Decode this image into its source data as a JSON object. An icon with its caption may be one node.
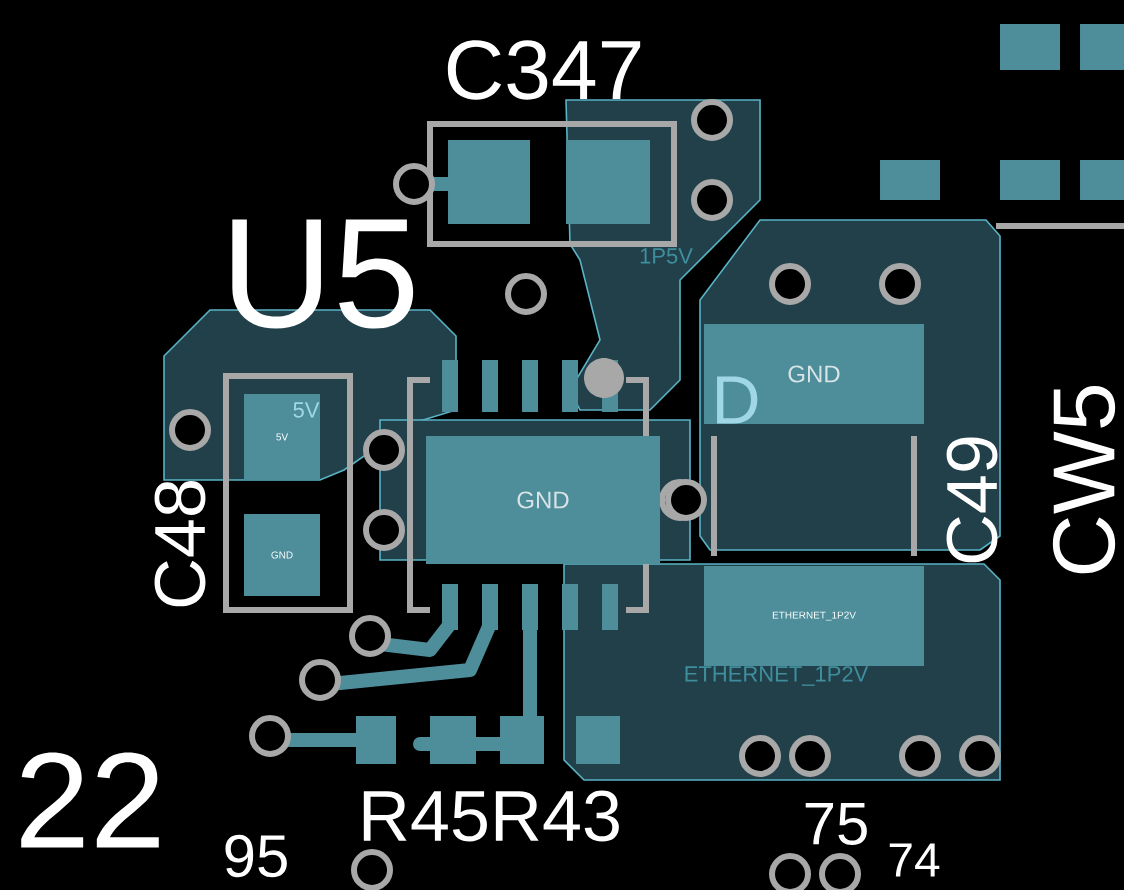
{
  "diagram": {
    "nodes": [
      {
        "text": [
          "5V"
        ]
      },
      {
        "text": [
          "GND"
        ]
      },
      {
        "text": [
          "GND"
        ]
      },
      {
        "text": [
          "GND"
        ]
      },
      {
        "text": [
          "ETHERNET_1P2V"
        ]
      }
    ],
    "labels": [
      "C347",
      "U5",
      "1P5V",
      "5V",
      "D",
      "C48",
      "C49",
      "CW5",
      "ETHERNET_1P2V",
      "22",
      "95",
      "R45R43",
      "75",
      "74"
    ]
  }
}
